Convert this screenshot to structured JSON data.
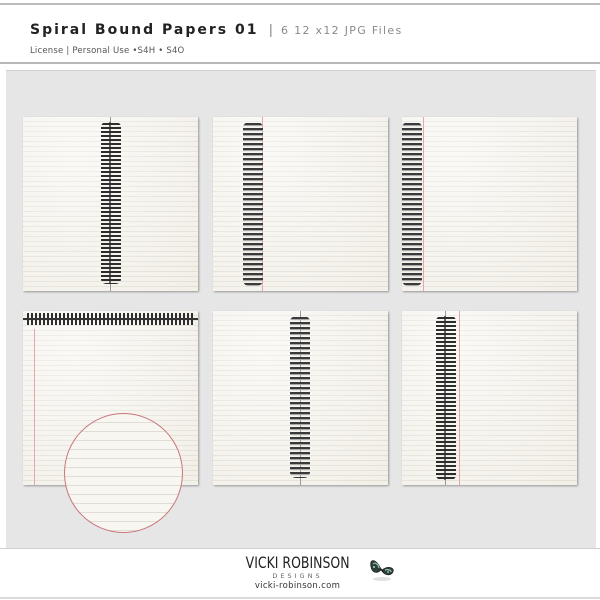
{
  "header": {
    "title": "Spiral Bound Papers 01",
    "divider": "|",
    "subtitle": "6 12 x12 JPG Files",
    "license_line": "License |  Personal Use •S4H • S4O"
  },
  "preview": {
    "papers": [
      {
        "id": 1,
        "binding": "center-double-spiral",
        "position": "row1-col1"
      },
      {
        "id": 2,
        "binding": "left-spiral-with-red-margin",
        "position": "row1-col2"
      },
      {
        "id": 3,
        "binding": "left-edge-spiral-with-red-margin",
        "position": "row1-col3"
      },
      {
        "id": 4,
        "binding": "top-spiral-with-red-margin",
        "position": "row2-col1"
      },
      {
        "id": 5,
        "binding": "center-spiral",
        "position": "row2-col2"
      },
      {
        "id": 6,
        "binding": "left-double-spiral",
        "position": "row2-col3"
      }
    ],
    "detail_circle": "zoomed-lined-paper-detail",
    "colors": {
      "panel_bg": "#e6e6e6",
      "paper": "#f6f4ee",
      "margin_red": "#e5a7aa",
      "circle_border": "#c9777b",
      "spiral": "#2e2e2e"
    }
  },
  "footer": {
    "brand_name": "VICKI ROBINSON",
    "brand_sub": "DESIGNS",
    "url": "vicki-robinson.com",
    "logo_icon": "butterfly-icon"
  }
}
